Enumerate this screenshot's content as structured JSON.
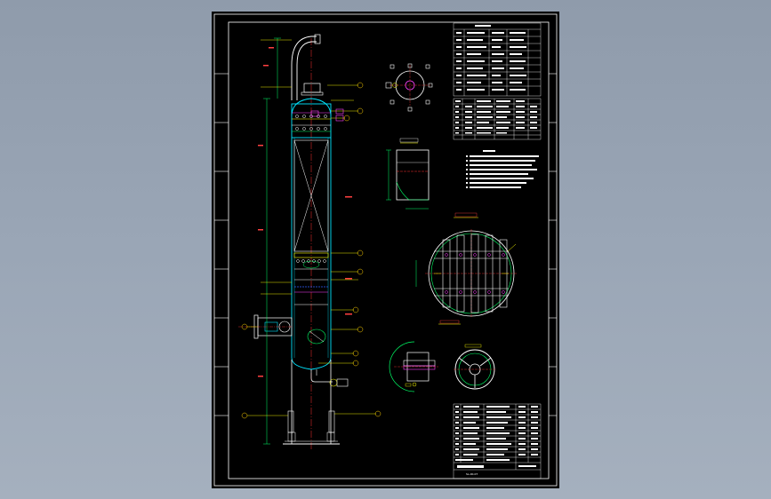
{
  "colors": {
    "background": "#94a0b0",
    "sheet": "#000000",
    "frame": "#ffffff",
    "vessel": "#00e5ff",
    "center_line": "#ff3030",
    "nozzle": "#ff40ff",
    "dimension": "#00ff66",
    "leader": "#ffff00",
    "balloon": "#ffd000"
  },
  "drawing": {
    "type": "packed-tower assembly drawing",
    "views": [
      "tower-elevation",
      "nozzle-orientation-plan",
      "distributor-detail",
      "support-grid-section",
      "manhole-detail",
      "skirt-section"
    ]
  },
  "title_block": {
    "drawing_no": "SL-00-07"
  }
}
